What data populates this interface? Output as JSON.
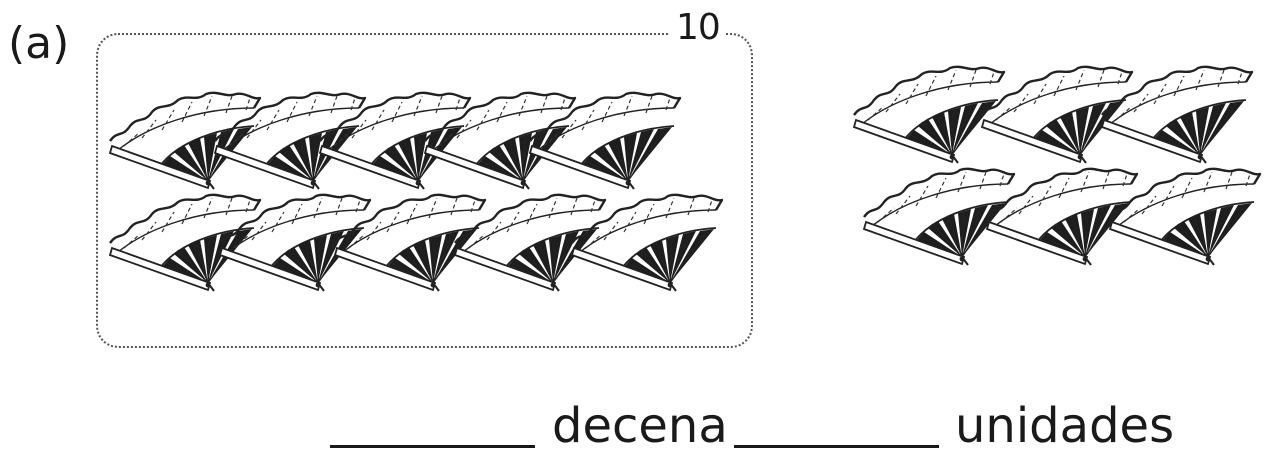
{
  "exercise": {
    "label": "(a)",
    "group_count": "10",
    "answer": {
      "tens_word": "decena",
      "units_word": "unidades"
    }
  },
  "illustration": {
    "icon": "hand-fan-icon",
    "grouped_fans": 10,
    "loose_fans": 6
  }
}
